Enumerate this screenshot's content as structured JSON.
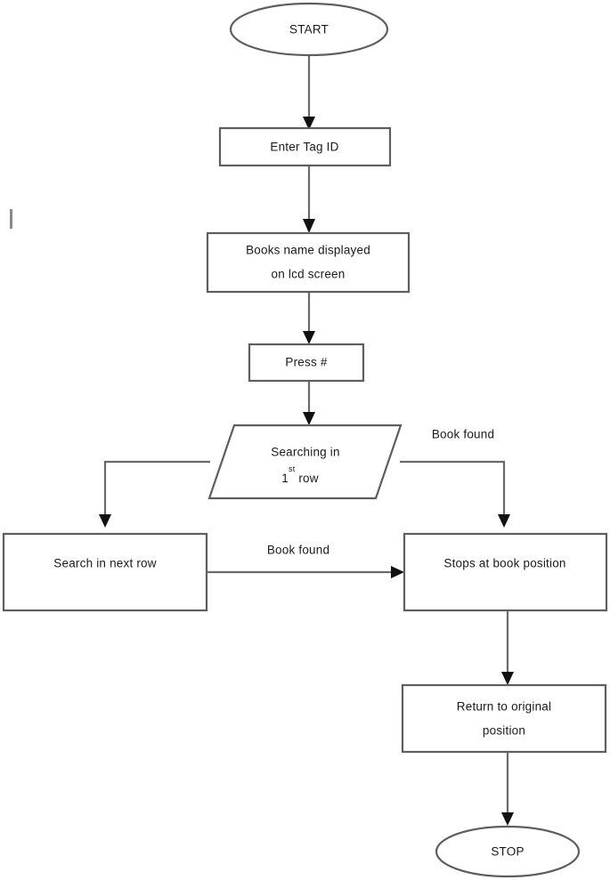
{
  "diagram": {
    "title": "Library book search flowchart",
    "background_color": "#ffffff",
    "stroke_color": "#5e5e5e",
    "text_color": "#1a1a1a",
    "nodes": [
      {
        "id": "start",
        "type": "terminator",
        "label": "START"
      },
      {
        "id": "enter_tag",
        "type": "process",
        "label": "Enter Tag ID"
      },
      {
        "id": "books_name",
        "type": "process",
        "label_line1": "Books name displayed",
        "label_line2": "on lcd screen"
      },
      {
        "id": "press_hash",
        "type": "process",
        "label": "Press #"
      },
      {
        "id": "searching",
        "type": "data",
        "label_line1": "Searching in",
        "label_line2_num": "1",
        "label_line2_sup": "st",
        "label_line2_rest": " row"
      },
      {
        "id": "search_next",
        "type": "process",
        "label": "Search in next row"
      },
      {
        "id": "stops_at",
        "type": "process",
        "label": "Stops at book position"
      },
      {
        "id": "return_orig",
        "type": "process",
        "label_line1": "Return to original",
        "label_line2": "position"
      },
      {
        "id": "stop",
        "type": "terminator",
        "label": "STOP"
      }
    ],
    "edge_labels": [
      {
        "id": "book_found_top",
        "label": "Book found"
      },
      {
        "id": "book_found_middle",
        "label": "Book found"
      }
    ]
  }
}
